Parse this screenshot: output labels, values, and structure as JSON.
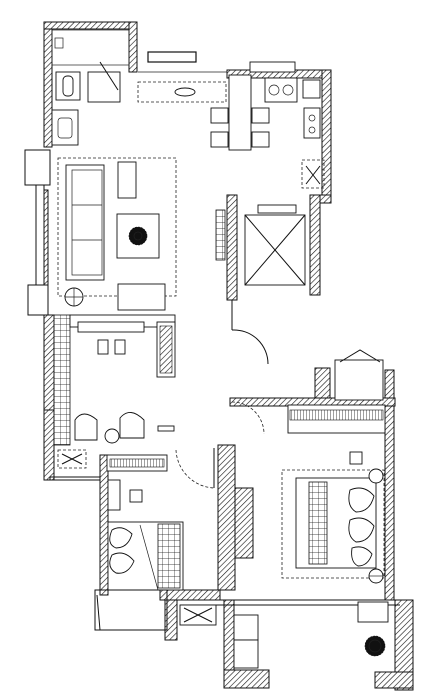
{
  "plan": {
    "kind": "residential floor plan",
    "rooms": [
      "bathroom",
      "kitchen",
      "living-room",
      "dining-area",
      "study",
      "bedroom-small",
      "master-bedroom",
      "balcony",
      "lift-lobby"
    ]
  },
  "colors": {
    "wall": "#111111",
    "background": "#ffffff",
    "hatch": "#222222"
  }
}
